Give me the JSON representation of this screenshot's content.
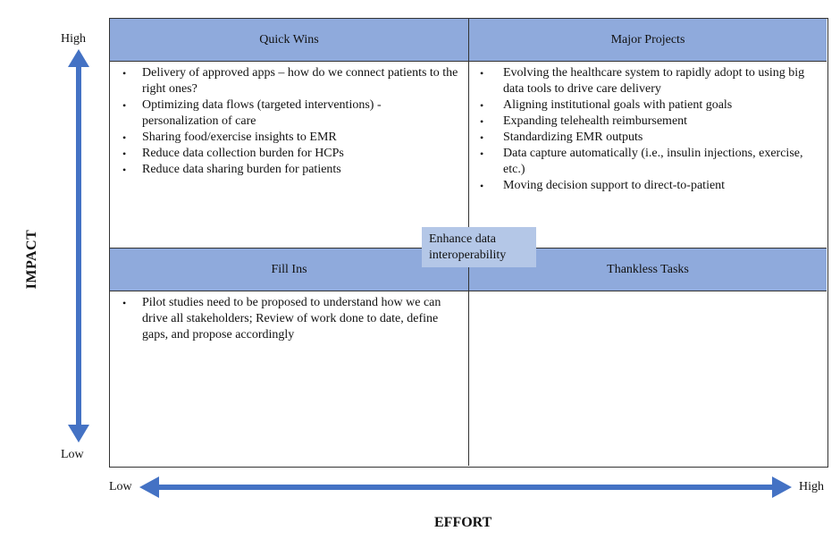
{
  "quadrants": {
    "top_left": {
      "title": "Quick Wins",
      "items": [
        "Delivery of approved apps – how do we connect patients to the right ones?",
        "Optimizing data flows (targeted interventions) - personalization of care",
        "Sharing food/exercise insights to EMR",
        "Reduce data collection burden for HCPs",
        "Reduce data sharing burden for patients"
      ]
    },
    "top_right": {
      "title": "Major Projects",
      "items": [
        "Evolving the healthcare system to rapidly adopt to using big data tools to drive care delivery",
        "Aligning institutional goals with patient goals",
        "Expanding telehealth reimbursement",
        "Standardizing EMR outputs",
        "Data capture automatically (i.e., insulin injections, exercise, etc.)",
        "Moving decision support to direct-to-patient"
      ]
    },
    "bottom_left": {
      "title": "Fill Ins",
      "items": [
        "Pilot studies need to be proposed to understand how we can drive all stakeholders; Review of work done to date, define gaps, and propose accordingly"
      ]
    },
    "bottom_right": {
      "title": "Thankless Tasks",
      "items": []
    }
  },
  "callout": "Enhance data interoperability",
  "axes": {
    "y": {
      "title": "IMPACT",
      "high": "High",
      "low": "Low"
    },
    "x": {
      "title": "EFFORT",
      "low": "Low",
      "high": "High"
    }
  },
  "colors": {
    "header": "#8faadc",
    "callout": "#b4c7e7",
    "arrow": "#4472c4"
  }
}
